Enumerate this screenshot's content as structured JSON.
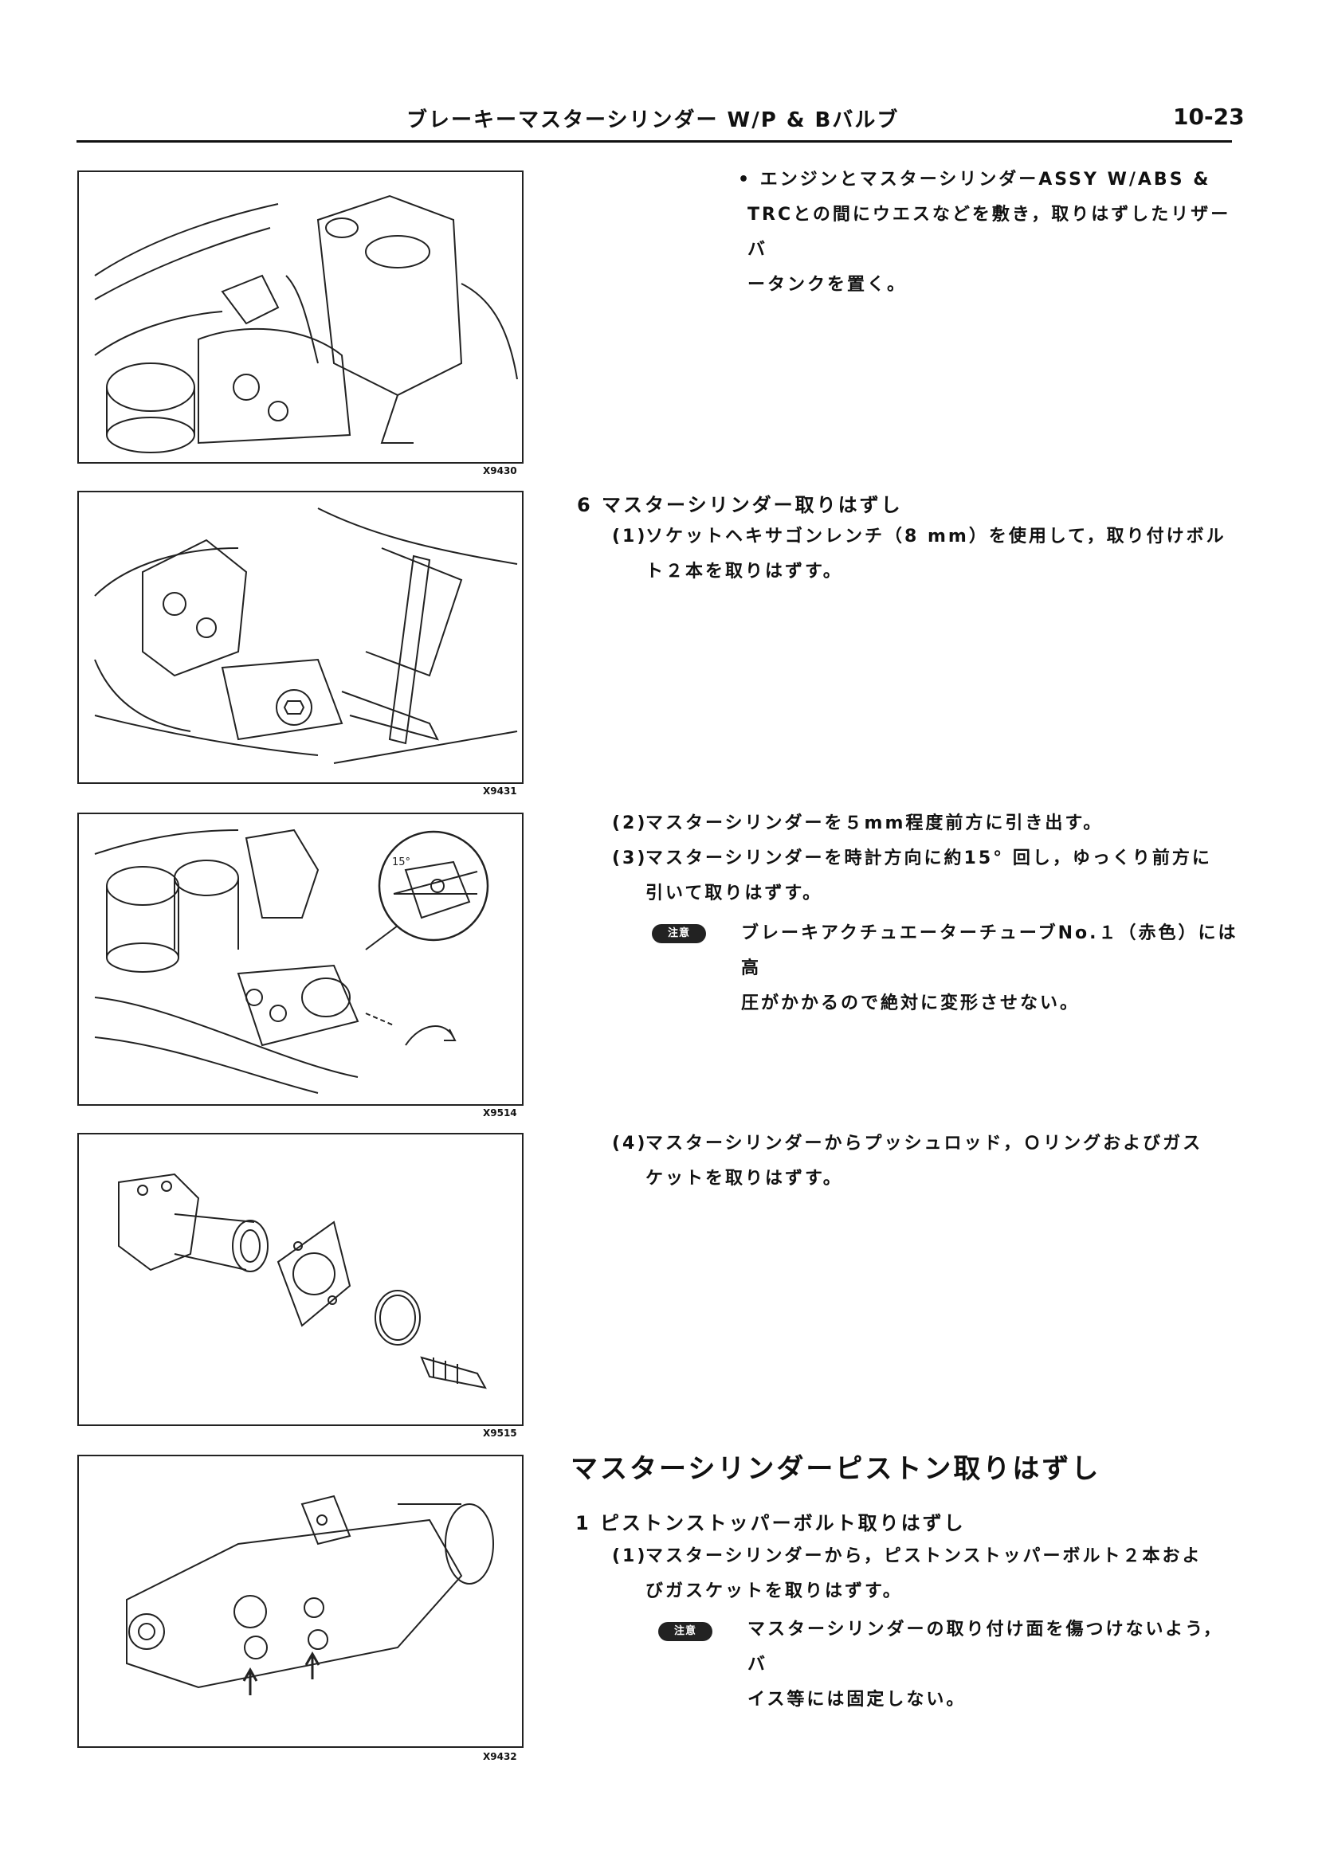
{
  "header": {
    "title": "ブレーキーマスターシリンダー W/P & Bバルブ",
    "page_number": "10-23"
  },
  "figures": [
    {
      "code": "X9430"
    },
    {
      "code": "X9431"
    },
    {
      "code": "X9514"
    },
    {
      "code": "X9515"
    },
    {
      "code": "X9432"
    }
  ],
  "callout_angle": "15°",
  "note_label": "注意",
  "block1": {
    "line1": "• エンジンとマスターシリンダーASSY W/ABS &",
    "line2": "TRCとの間にウエスなどを敷き，取りはずしたリザーバ",
    "line3": "ータンクを置く。"
  },
  "step6": {
    "heading": "6 マスターシリンダー取りはずし",
    "s1_num": "(1)",
    "s1_line1": "ソケットヘキサゴンレンチ（8 mm）を使用して，取り付けボル",
    "s1_line2": "ト２本を取りはずす。",
    "s2_num": "(2)",
    "s2_line1": "マスターシリンダーを５mm程度前方に引き出す。",
    "s3_num": "(3)",
    "s3_line1": "マスターシリンダーを時計方向に約15° 回し，ゆっくり前方に",
    "s3_line2": "引いて取りはずす。",
    "note1_line1": "ブレーキアクチュエーターチューブNo.１（赤色）には高",
    "note1_line2": "圧がかかるので絶対に変形させない。",
    "s4_num": "(4)",
    "s4_line1": "マスターシリンダーからプッシュロッド，Ｏリングおよびガス",
    "s4_line2": "ケットを取りはずす。"
  },
  "section2": {
    "title": "マスターシリンダーピストン取りはずし",
    "step1_heading": "1 ピストンストッパーボルト取りはずし",
    "s1_num": "(1)",
    "s1_line1": "マスターシリンダーから，ピストンストッパーボルト２本およ",
    "s1_line2": "びガスケットを取りはずす。",
    "note2_line1": "マスターシリンダーの取り付け面を傷つけないよう，バ",
    "note2_line2": "イス等には固定しない。"
  }
}
